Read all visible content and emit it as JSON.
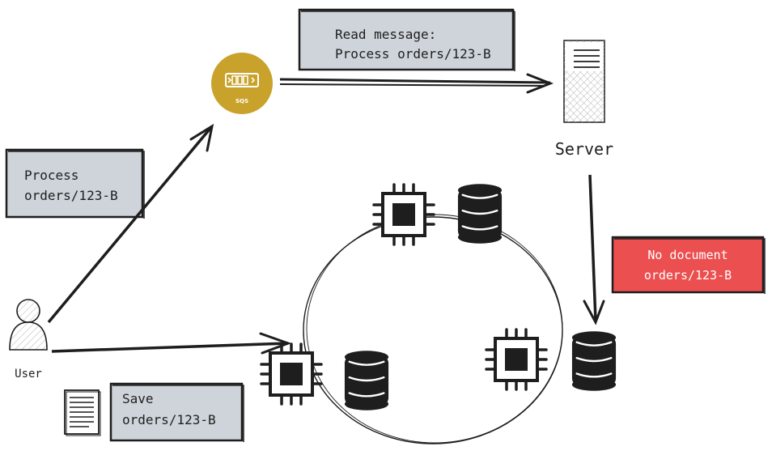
{
  "colors": {
    "ink": "#1e1e1e",
    "note_fill": "#ced4da",
    "alert_fill": "#ec4f4f",
    "alert_text": "#ffffff",
    "sqs_gold": "#c9a22b",
    "hatch": "#b5b5b5"
  },
  "notes": {
    "process_line1": "Process",
    "process_line2": "orders/123-B",
    "read_line1": "Read message:",
    "read_line2": "Process orders/123-B",
    "save_line1": "Save",
    "save_line2": "orders/123-B",
    "alert_line1": "No document",
    "alert_line2": "orders/123-B"
  },
  "labels": {
    "server": "Server",
    "user": "User",
    "sqs": "SQS"
  },
  "icons": {
    "queue": "sqs-queue-icon",
    "server": "server-tower-icon",
    "user": "user-person-icon",
    "document": "document-icon",
    "chip": "cpu-chip-icon",
    "database": "database-cylinder-icon"
  }
}
